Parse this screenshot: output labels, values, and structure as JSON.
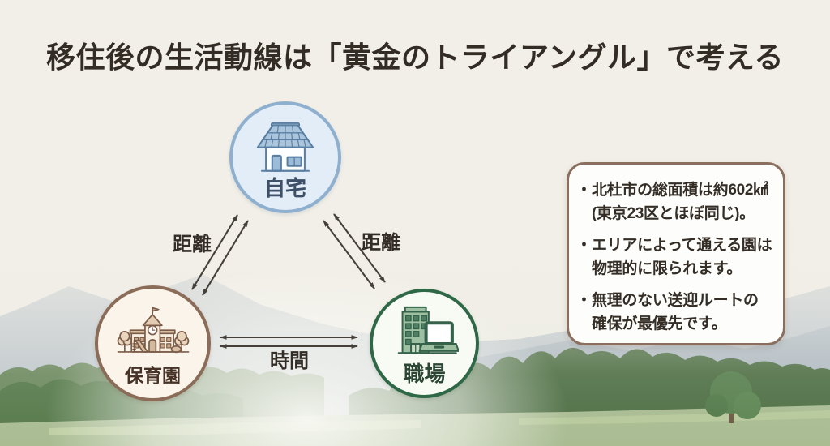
{
  "page": {
    "title": "移住後の生活動線は「黄金のトライアングル」で考える"
  },
  "diagram": {
    "nodes": {
      "home": {
        "label": "自宅",
        "icon": "house-icon",
        "border_color": "#8fafce",
        "fill_color": "#e2edf8",
        "label_color": "#3d5068"
      },
      "nursery": {
        "label": "保育園",
        "icon": "nursery-school-icon",
        "border_color": "#8a6c58",
        "fill_color": "#faf4ea",
        "label_color": "#463227"
      },
      "workplace": {
        "label": "職場",
        "icon": "office-laptop-icon",
        "border_color": "#2e6847",
        "fill_color": "#f8fbf3",
        "label_color": "#2c4636"
      }
    },
    "edges": {
      "home_nursery_label": "距離",
      "home_workplace_label": "距離",
      "nursery_workplace_label": "時間",
      "arrow_style": "double-headed-parallel-pair",
      "arrow_color": "#45403a"
    }
  },
  "info_box": {
    "bullet_char": "・",
    "border_color": "#8a6f5e",
    "items": [
      "北杜市の総面積は約602㎢\n(東京23区とほぼ同じ)。",
      "エリアによって通える園は\n物理的に限られます。",
      "無理のない送迎ルートの\n確保が最優先です。"
    ]
  },
  "background": {
    "description": "rural mountain landscape photo fading into cream haze",
    "top_color": "#f2efe8",
    "mountain_color": "#aeb9c1",
    "forest_color": "#4f7046",
    "field_color": "#a9bc92"
  }
}
